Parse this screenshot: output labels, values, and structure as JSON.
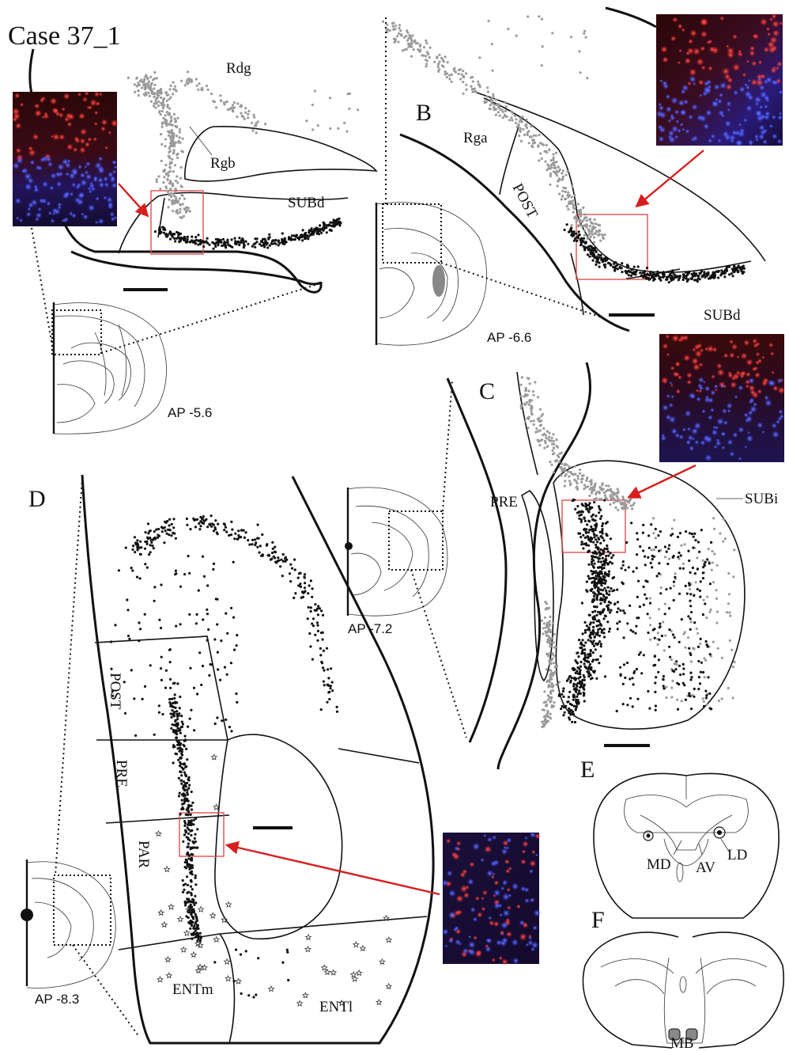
{
  "case_label": "Case 37_1",
  "panels": {
    "A": {
      "label": "",
      "regions": [
        "Rdg",
        "Rgb",
        "SUBd"
      ],
      "ap": "AP -5.6"
    },
    "B": {
      "label": "B",
      "regions": [
        "Rga",
        "POST",
        "SUBd"
      ],
      "ap": "AP -6.6"
    },
    "C": {
      "label": "C",
      "regions": [
        "PRE",
        "SUBi"
      ],
      "ap": "AP -7.2"
    },
    "D": {
      "label": "D",
      "regions": [
        "POST",
        "PRE",
        "PAR",
        "ENTm",
        "ENTl"
      ],
      "ap": "AP -8.3"
    },
    "E": {
      "label": "E",
      "regions": [
        "MD",
        "AV",
        "LD"
      ]
    },
    "F": {
      "label": "F",
      "regions": [
        "MB"
      ]
    }
  },
  "colors": {
    "arrow": "#d81e1e",
    "inset_box": "#e05050",
    "retrograde_labeled": "#111111",
    "unlabeled": "#9a9a9a",
    "fluor_red": "#ff3030",
    "fluor_blue": "#3a50ff",
    "photo_bg": "#1b0f2a"
  }
}
